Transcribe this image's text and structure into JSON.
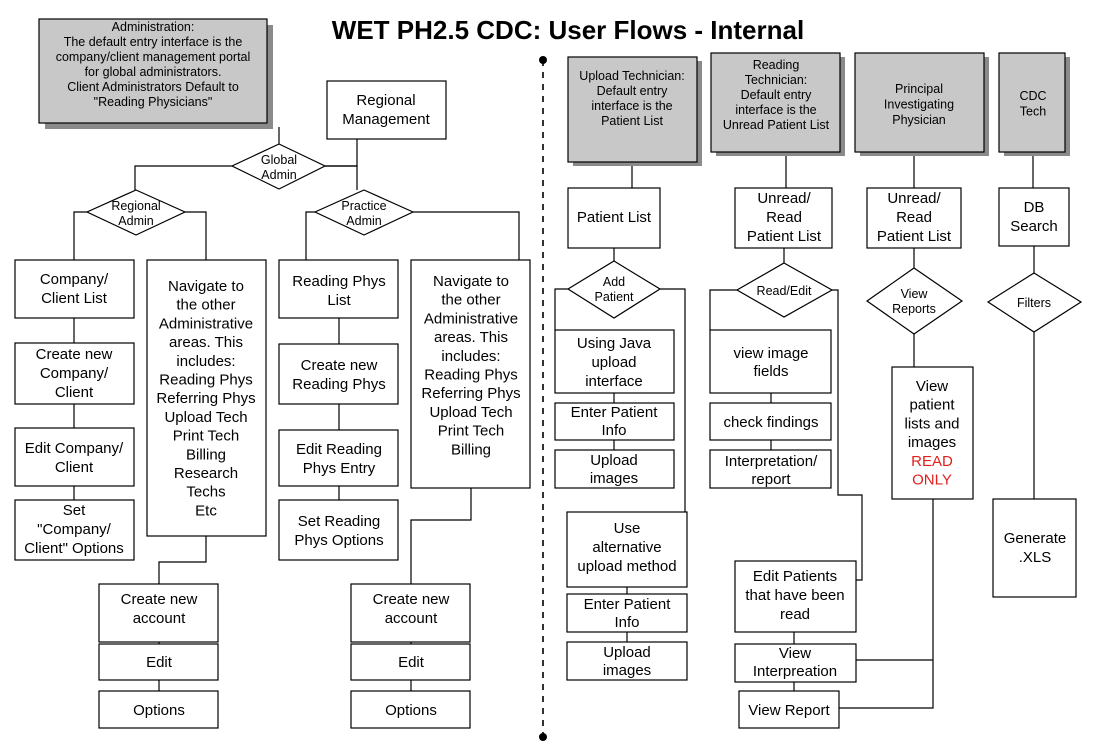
{
  "title": "WET PH2.5 CDC: User Flows - Internal",
  "colors": {
    "shadow": "#8a8a8a",
    "header_fill": "#c8c8c8",
    "read_only": "#e0201c"
  },
  "admin": {
    "header": [
      "Administration:",
      "The default entry interface is the",
      "company/client management portal",
      "for global administrators.",
      "Client Administrators Default to",
      "\"Reading Physicians\""
    ],
    "regional_management": [
      "Regional",
      "Management"
    ],
    "global_admin": [
      "Global",
      "Admin"
    ],
    "regional_admin": [
      "Regional",
      "Admin"
    ],
    "practice_admin": [
      "Practice",
      "Admin"
    ],
    "company_client_list": [
      "Company/",
      "Client List"
    ],
    "create_company_client": [
      "Create new",
      "Company/",
      "Client"
    ],
    "edit_company_client": [
      "Edit Company/",
      "Client"
    ],
    "set_company_client_options": [
      "Set",
      "\"Company/",
      "Client\" Options"
    ],
    "navigate_regional": [
      "Navigate to",
      "the other",
      "Administrative",
      "areas. This",
      "includes:",
      "Reading Phys",
      "Referring Phys",
      "Upload Tech",
      "Print Tech",
      "Billing",
      "Research",
      "Techs",
      "Etc"
    ],
    "reading_phys_list": [
      "Reading Phys",
      "List"
    ],
    "create_reading_phys": [
      "Create new",
      "Reading Phys"
    ],
    "edit_reading_phys": [
      "Edit Reading",
      "Phys Entry"
    ],
    "set_reading_phys_options": [
      "Set Reading",
      "Phys Options"
    ],
    "navigate_practice": [
      "Navigate to",
      "the other",
      "Administrative",
      "areas. This",
      "includes:",
      "Reading Phys",
      "Referring Phys",
      "Upload Tech",
      "Print Tech",
      "Billing"
    ],
    "left_account": {
      "create": [
        "Create new",
        "account"
      ],
      "edit": [
        "Edit"
      ],
      "options": [
        "Options"
      ]
    },
    "right_account": {
      "create": [
        "Create new",
        "account"
      ],
      "edit": [
        "Edit"
      ],
      "options": [
        "Options"
      ]
    }
  },
  "upload_tech": {
    "header": [
      "Upload Technician:",
      "Default entry",
      "interface is the",
      "Patient List"
    ],
    "patient_list": [
      "Patient List"
    ],
    "add_patient": [
      "Add",
      "Patient"
    ],
    "java_upload": [
      "Using Java",
      "upload",
      "interface"
    ],
    "enter_info_1": [
      "Enter Patient",
      "Info"
    ],
    "upload_images_1": [
      "Upload",
      "images"
    ],
    "alt_upload": [
      "Use",
      "alternative",
      "upload method"
    ],
    "enter_info_2": [
      "Enter Patient",
      "Info"
    ],
    "upload_images_2": [
      "Upload",
      "images"
    ]
  },
  "reading_tech": {
    "header": [
      "Reading",
      "Technician:",
      "Default entry",
      "interface is the",
      "Unread Patient List"
    ],
    "unread_read_list": [
      "Unread/",
      "Read",
      "Patient List"
    ],
    "read_edit": [
      "Read/Edit"
    ],
    "view_image_fields": [
      "view image",
      "fields"
    ],
    "check_findings": [
      "check findings"
    ],
    "interpretation_report": [
      "Interpretation/",
      "report"
    ],
    "edit_patients_read": [
      "Edit Patients",
      "that have been",
      "read"
    ],
    "view_interpretation": [
      "View",
      "Interpreation"
    ],
    "view_report": [
      "View Report"
    ]
  },
  "pi": {
    "header": [
      "Principal",
      "Investigating",
      "Physician"
    ],
    "unread_read_list": [
      "Unread/",
      "Read",
      "Patient List"
    ],
    "view_reports": [
      "View",
      "Reports"
    ],
    "view_patient_lists": [
      "View",
      "patient",
      "lists and",
      "images"
    ],
    "read_only": [
      "READ",
      "ONLY"
    ]
  },
  "cdc": {
    "header": [
      "CDC",
      "Tech"
    ],
    "db_search": [
      "DB",
      "Search"
    ],
    "filters": [
      "Filters"
    ],
    "generate_xls": [
      "Generate",
      ".XLS"
    ]
  }
}
